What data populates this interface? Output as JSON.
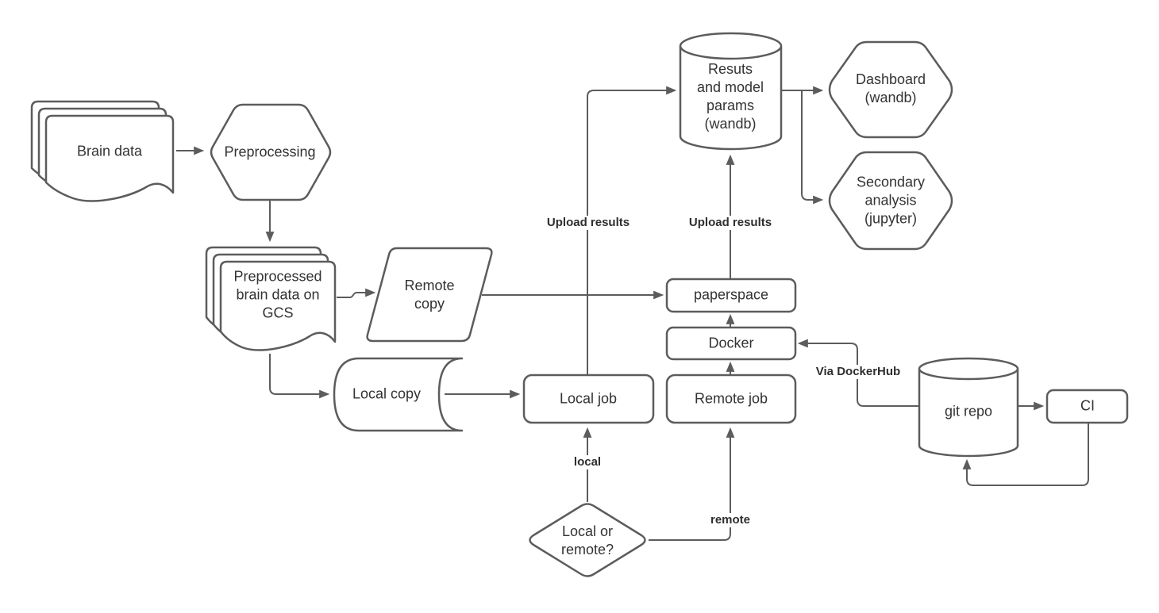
{
  "nodes": {
    "brain_data": {
      "label": "Brain data"
    },
    "preprocessing": {
      "label": "Preprocessing"
    },
    "preprocessed_gcs": {
      "label": "Preprocessed\nbrain data on\nGCS"
    },
    "remote_copy": {
      "label": "Remote\ncopy"
    },
    "local_copy": {
      "label": "Local copy"
    },
    "local_job": {
      "label": "Local job"
    },
    "remote_job": {
      "label": "Remote job"
    },
    "docker": {
      "label": "Docker"
    },
    "paperspace": {
      "label": "paperspace"
    },
    "results_store": {
      "label": "Resuts\nand model\nparams\n(wandb)"
    },
    "dashboard": {
      "label": "Dashboard\n(wandb)"
    },
    "secondary_analysis": {
      "label": "Secondary\nanalysis\n(jupyter)"
    },
    "git_repo": {
      "label": "git repo"
    },
    "ci": {
      "label": "CI"
    },
    "decision": {
      "label": "Local or\nremote?"
    }
  },
  "edge_labels": {
    "upload_results_left": "Upload results",
    "upload_results_right": "Upload results",
    "local": "local",
    "remote": "remote",
    "via_dockerhub": "Via DockerHub"
  },
  "colors": {
    "stroke": "#5c5c5c",
    "node_text": "#333333",
    "edge_label_text": "#2e2e2e",
    "background": "#ffffff"
  }
}
